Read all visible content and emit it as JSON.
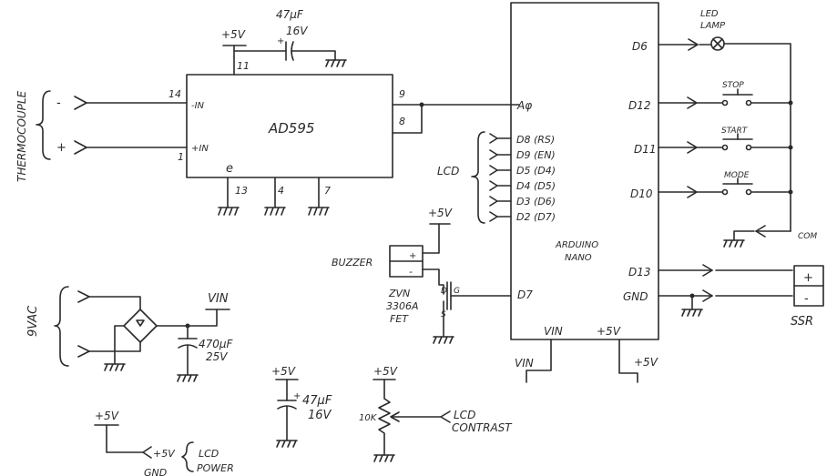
{
  "ic": {
    "name": "AD595",
    "pin_e": "e",
    "pins": {
      "p11": "11",
      "p14": "14",
      "p1": "1",
      "p9": "9",
      "p8": "8",
      "p13": "13",
      "p4": "4",
      "p7": "7"
    },
    "in_minus": "-IN",
    "in_plus": "+IN"
  },
  "thermocouple": {
    "label": "THERMOCOUPLE",
    "minus": "-",
    "plus": "+"
  },
  "ic_cap": {
    "vcc": "+5V",
    "value": "47µF",
    "voltage": "16V"
  },
  "arduino": {
    "name_line1": "ARDUINO",
    "name_line2": "NANO",
    "a0": "Aφ",
    "left_pins": [
      "D8 (RS)",
      "D9 (EN)",
      "D5 (D4)",
      "D4 (D5)",
      "D3 (D6)",
      "D2 (D7)"
    ],
    "d7": "D7",
    "vin": "VIN",
    "v5": "+5V",
    "right_pins": {
      "d6": "D6",
      "d12": "D12",
      "d11": "D11",
      "d10": "D10",
      "d13": "D13",
      "gnd": "GND"
    }
  },
  "lcd_label": "LCD",
  "led": {
    "line1": "LED",
    "line2": "LAMP"
  },
  "switches": {
    "stop": "STOP",
    "start": "START",
    "mode": "MODE"
  },
  "com_label": "COM",
  "ssr": {
    "label": "SSR",
    "plus": "+",
    "minus": "-"
  },
  "buzzer": {
    "label": "BUZZER",
    "plus": "+",
    "minus": "-",
    "vcc": "+5V"
  },
  "fet": {
    "line1": "ZVN",
    "line2": "3306A",
    "line3": "FET",
    "d": "D",
    "g": "G",
    "s": "S"
  },
  "power": {
    "ac_label": "9VAC",
    "vin": "VIN",
    "cap_value": "470µF",
    "cap_voltage": "25V"
  },
  "arduino_supply": {
    "vin": "VIN",
    "v5": "+5V"
  },
  "decoupling": {
    "vcc": "+5V",
    "value": "47µF",
    "voltage": "16V"
  },
  "contrast": {
    "vcc": "+5V",
    "pot": "10K",
    "line1": "LCD",
    "line2": "CONTRAST"
  },
  "lcd_power": {
    "vcc": "+5V",
    "pin": "+5V",
    "line1": "LCD",
    "line2": "POWER",
    "gnd_pin": "GND"
  }
}
